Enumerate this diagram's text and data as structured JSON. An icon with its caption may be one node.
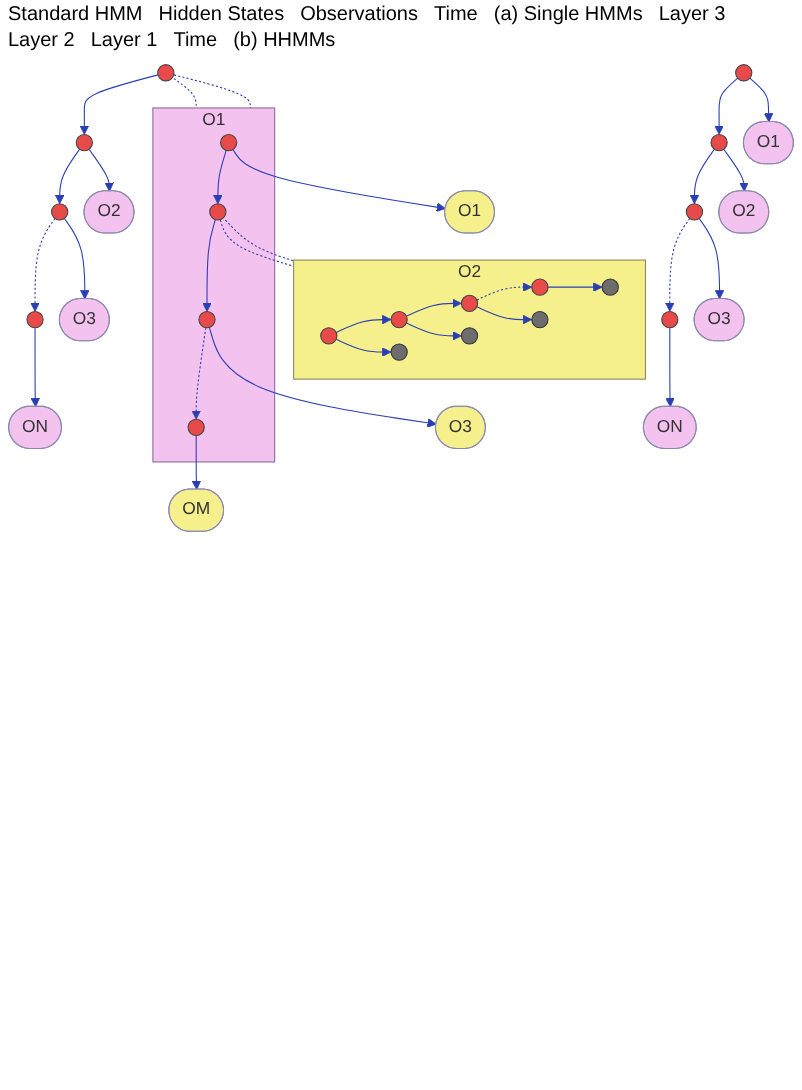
{
  "diagram": {
    "nodes": [
      {
        "text": [],
        "shape": "circle"
      },
      {
        "text": [],
        "shape": "circle"
      },
      {
        "text": [],
        "shape": "circle"
      },
      {
        "text": [],
        "shape": "circle"
      },
      {
        "text": [
          "O1"
        ]
      },
      {
        "text": [
          "O2"
        ]
      },
      {
        "text": [
          "O3"
        ]
      },
      {
        "text": [
          "ON"
        ]
      },
      {
        "text": [],
        "shape": "circle"
      },
      {
        "text": [],
        "shape": "circle"
      },
      {
        "text": [],
        "shape": "circle"
      },
      {
        "text": [],
        "shape": "circle"
      },
      {
        "text": [
          "O2"
        ]
      },
      {
        "text": [
          "O3"
        ]
      },
      {
        "text": [
          "ON"
        ]
      },
      {
        "text": [
          "O1"
        ]
      },
      {
        "text": [],
        "shape": "circle",
        "in": 15
      },
      {
        "text": [],
        "shape": "circle",
        "in": 15
      },
      {
        "text": [],
        "shape": "circle",
        "in": 15
      },
      {
        "text": [],
        "shape": "circle",
        "in": 15
      },
      {
        "text": [
          "O1"
        ]
      },
      {
        "text": [
          "O3"
        ]
      },
      {
        "text": [
          "OM"
        ]
      },
      {
        "text": [
          "O2"
        ]
      },
      {
        "text": [],
        "shape": "circle",
        "in": 23
      },
      {
        "text": [],
        "shape": "circle",
        "in": 23
      },
      {
        "text": [],
        "shape": "circle",
        "in": 23
      },
      {
        "text": [],
        "shape": "circle",
        "in": 23
      },
      {
        "text": [],
        "shape": "circle",
        "in": 23
      },
      {
        "text": [],
        "shape": "circle",
        "in": 23
      },
      {
        "text": [],
        "shape": "circle",
        "in": 23
      },
      {
        "text": [],
        "shape": "circle",
        "in": 23
      }
    ],
    "edges": [
      {
        "from": 0,
        "to": 1,
        "arrow": "to"
      },
      {
        "from": 1,
        "to": 2,
        "arrow": "to"
      },
      {
        "from": 2,
        "to": 3,
        "arrow": "to",
        "style": "dashed"
      },
      {
        "from": 0,
        "to": 4,
        "arrow": "to"
      },
      {
        "from": 1,
        "to": 5,
        "arrow": "to"
      },
      {
        "from": 2,
        "to": 6,
        "arrow": "to"
      },
      {
        "from": 3,
        "to": 7,
        "arrow": "to"
      },
      {
        "from": 8,
        "to": 9,
        "arrow": "to"
      },
      {
        "from": 9,
        "to": 10,
        "arrow": "to"
      },
      {
        "from": 10,
        "to": 11,
        "arrow": "to",
        "style": "dashed"
      },
      {
        "from": 9,
        "to": 12,
        "arrow": "to"
      },
      {
        "from": 10,
        "to": 13,
        "arrow": "to"
      },
      {
        "from": 11,
        "to": 14,
        "arrow": "to"
      },
      {
        "from": 8,
        "to": 15,
        "arrow": "none",
        "style": "dashed"
      },
      {
        "from": 8,
        "to": 15,
        "arrow": "none",
        "style": "dashed"
      },
      {
        "from": 16,
        "to": 17,
        "arrow": "to"
      },
      {
        "from": 17,
        "to": 18,
        "arrow": "to"
      },
      {
        "from": 18,
        "to": 19,
        "arrow": "to",
        "style": "dashed"
      },
      {
        "from": 16,
        "to": 20,
        "arrow": "to"
      },
      {
        "from": 18,
        "to": 21,
        "arrow": "to"
      },
      {
        "from": 19,
        "to": 22,
        "arrow": "to"
      },
      {
        "from": 17,
        "to": 23,
        "arrow": "none",
        "style": "dashed"
      },
      {
        "from": 17,
        "to": 23,
        "arrow": "none",
        "style": "dashed"
      },
      {
        "from": 24,
        "to": 25,
        "arrow": "to"
      },
      {
        "from": 25,
        "to": 26,
        "arrow": "to"
      },
      {
        "from": 26,
        "to": 27,
        "arrow": "to",
        "style": "dashed"
      },
      {
        "from": 24,
        "to": 28,
        "arrow": "to"
      },
      {
        "from": 25,
        "to": 29,
        "arrow": "to"
      },
      {
        "from": 26,
        "to": 30,
        "arrow": "to"
      },
      {
        "from": 27,
        "to": 31,
        "arrow": "to"
      }
    ],
    "labels": [
      "Standard HMM",
      "Hidden States",
      "Observations",
      "Time",
      "(a) Single HMMs",
      "Layer 3",
      "Layer 2",
      "Layer 1",
      "Time",
      "(b) HHMMs"
    ]
  }
}
